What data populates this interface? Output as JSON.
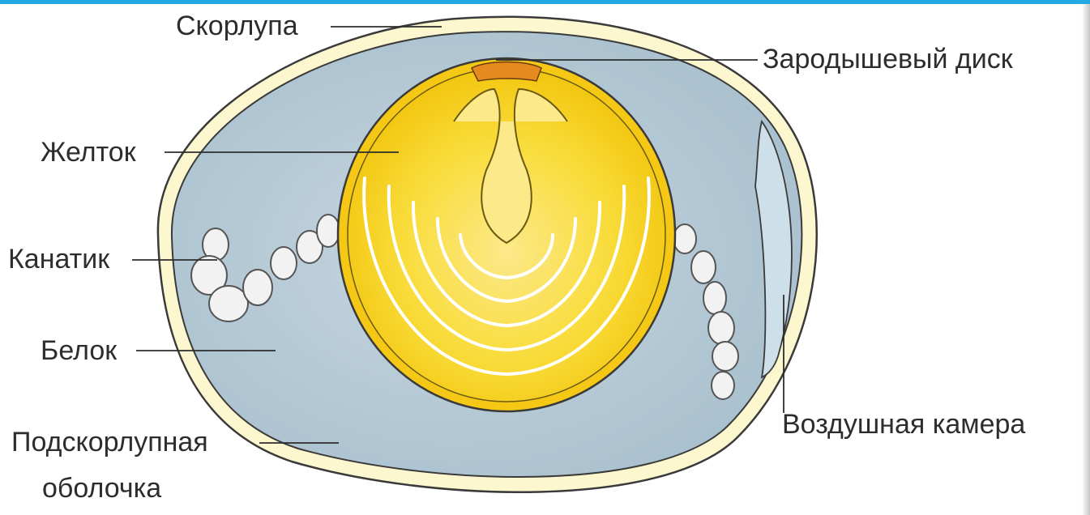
{
  "labels": {
    "shell": "Скорлупа",
    "germinal_disc": "Зародышевый диск",
    "yolk": "Желток",
    "chalaza": "Канатик",
    "albumen": "Белок",
    "membrane_line1": "Подскорлупная",
    "membrane_line2": "оболочка",
    "air_cell": "Воздушная камера"
  },
  "colors": {
    "yolk": "#f7d31a",
    "yolk_light": "#fce98a",
    "albumen": "#b8cdd9",
    "shell": "#fdf7cf",
    "germinal_disc": "#e48a1f",
    "air_cell": "#c8dbe6",
    "accent_border": "#23a9e1"
  }
}
